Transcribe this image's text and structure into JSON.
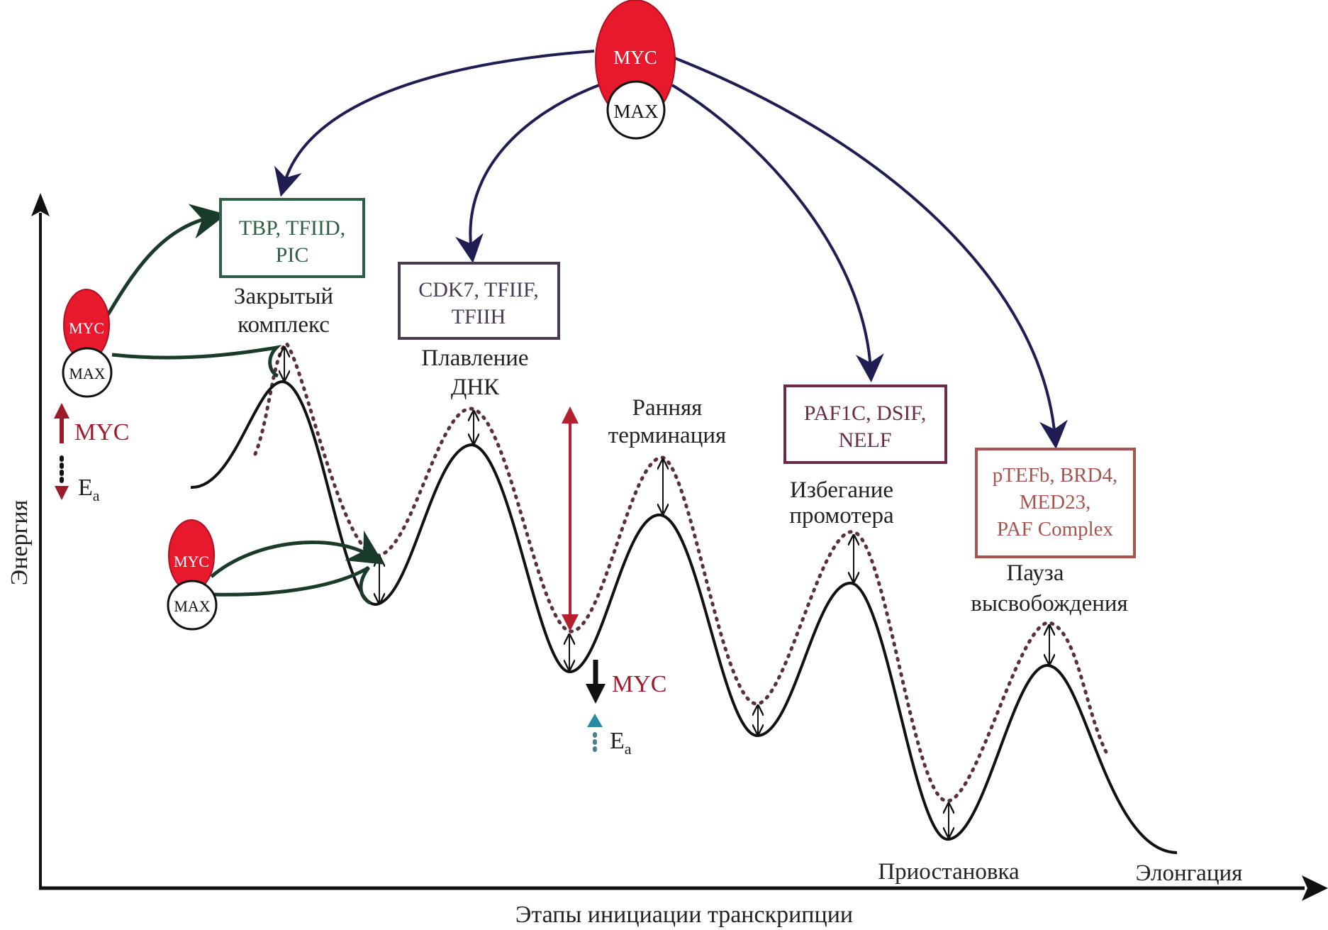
{
  "axes": {
    "y_label": "Энергия",
    "x_label": "Этапы инициации транскрипции"
  },
  "stages": [
    {
      "label_lines": [
        "Закрытый",
        "комплекс"
      ]
    },
    {
      "label_lines": [
        "Плавление",
        "ДНК"
      ]
    },
    {
      "label_lines": [
        "Ранняя",
        "терминация"
      ]
    },
    {
      "label_lines": [
        "Избегание",
        "промотера"
      ]
    },
    {
      "label_lines": [
        "Пауза",
        "высвобождения"
      ]
    },
    {
      "label_lines": [
        "Приостановка"
      ]
    },
    {
      "label_lines": [
        "Элонгация"
      ]
    }
  ],
  "factor_boxes": [
    {
      "lines": [
        "TBP, TFIID,",
        "PIC"
      ],
      "color": "#2e5e45"
    },
    {
      "lines": [
        "CDK7, TFIIF,",
        "TFIIH"
      ],
      "color": "#4a3a52"
    },
    {
      "lines": [
        "PAF1C, DSIF,",
        "NELF"
      ],
      "color": "#6a2c48"
    },
    {
      "lines": [
        "pTEFb, BRD4,",
        "MED23,",
        "PAF Complex"
      ],
      "color": "#a55550"
    }
  ],
  "complexes": {
    "myc_label": "MYC",
    "max_label": "MAX",
    "myc_color": "#e8192c"
  },
  "legend_up": {
    "myc_label": "MYC",
    "ea_label": "E",
    "ea_sub": "a",
    "arrow_color": "#9c1b2a"
  },
  "legend_down": {
    "myc_label": "MYC",
    "ea_label": "E",
    "ea_sub": "a",
    "arrow_color": "#111111",
    "ea_arrow_color": "#2a8aa0"
  },
  "colors": {
    "curve": "#111111",
    "dotted_curve": "#5a3040",
    "myc_arrows": "#1f1d52",
    "green_arrows": "#1a3a2a",
    "red_arrow": "#b5202e",
    "text_red": "#a11b2b"
  }
}
